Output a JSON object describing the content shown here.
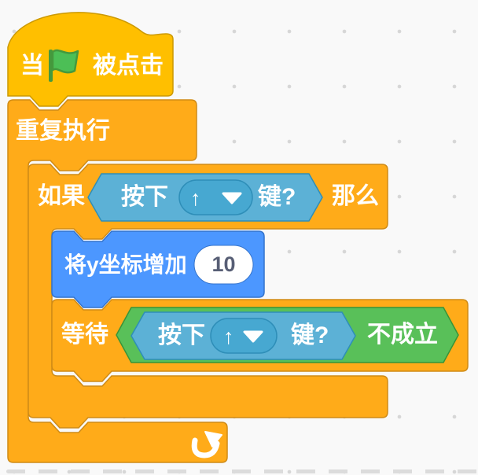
{
  "app": "scratch-block-workspace",
  "colors": {
    "background": "#f9f9f9",
    "grid_dot": "#d7d7d7",
    "events_fill": "#FFBF00",
    "events_border": "#CC9900",
    "control_fill": "#FFAB19",
    "control_border": "#CF8B17",
    "motion_fill": "#4C97FF",
    "motion_border": "#3373CC",
    "sensing_fill": "#5CB1D6",
    "sensing_field_fill": "#47A8D1",
    "sensing_border": "#2E8EB8",
    "operators_fill": "#59C059",
    "operators_border": "#389438",
    "flag_green": "#4cbf56",
    "input_text": "#575E75",
    "label_text": "#ffffff"
  },
  "icons": {
    "flag": "green-flag-icon",
    "loop": "loop-arrow-icon",
    "dropdown": "dropdown-arrow-icon"
  },
  "script": {
    "hat": {
      "prefix": "当",
      "suffix": "被点击"
    },
    "forever": {
      "label": "重复执行"
    },
    "if": {
      "label": "如果",
      "then_label": "那么",
      "condition": {
        "prefix": "按下",
        "key": "↑",
        "suffix": "键?"
      }
    },
    "change_y": {
      "label": "将y坐标增加",
      "value": "10"
    },
    "wait_until": {
      "label": "等待",
      "not": {
        "label": "不成立",
        "operand": {
          "prefix": "按下",
          "key": "↑",
          "suffix": "键?"
        }
      }
    }
  }
}
